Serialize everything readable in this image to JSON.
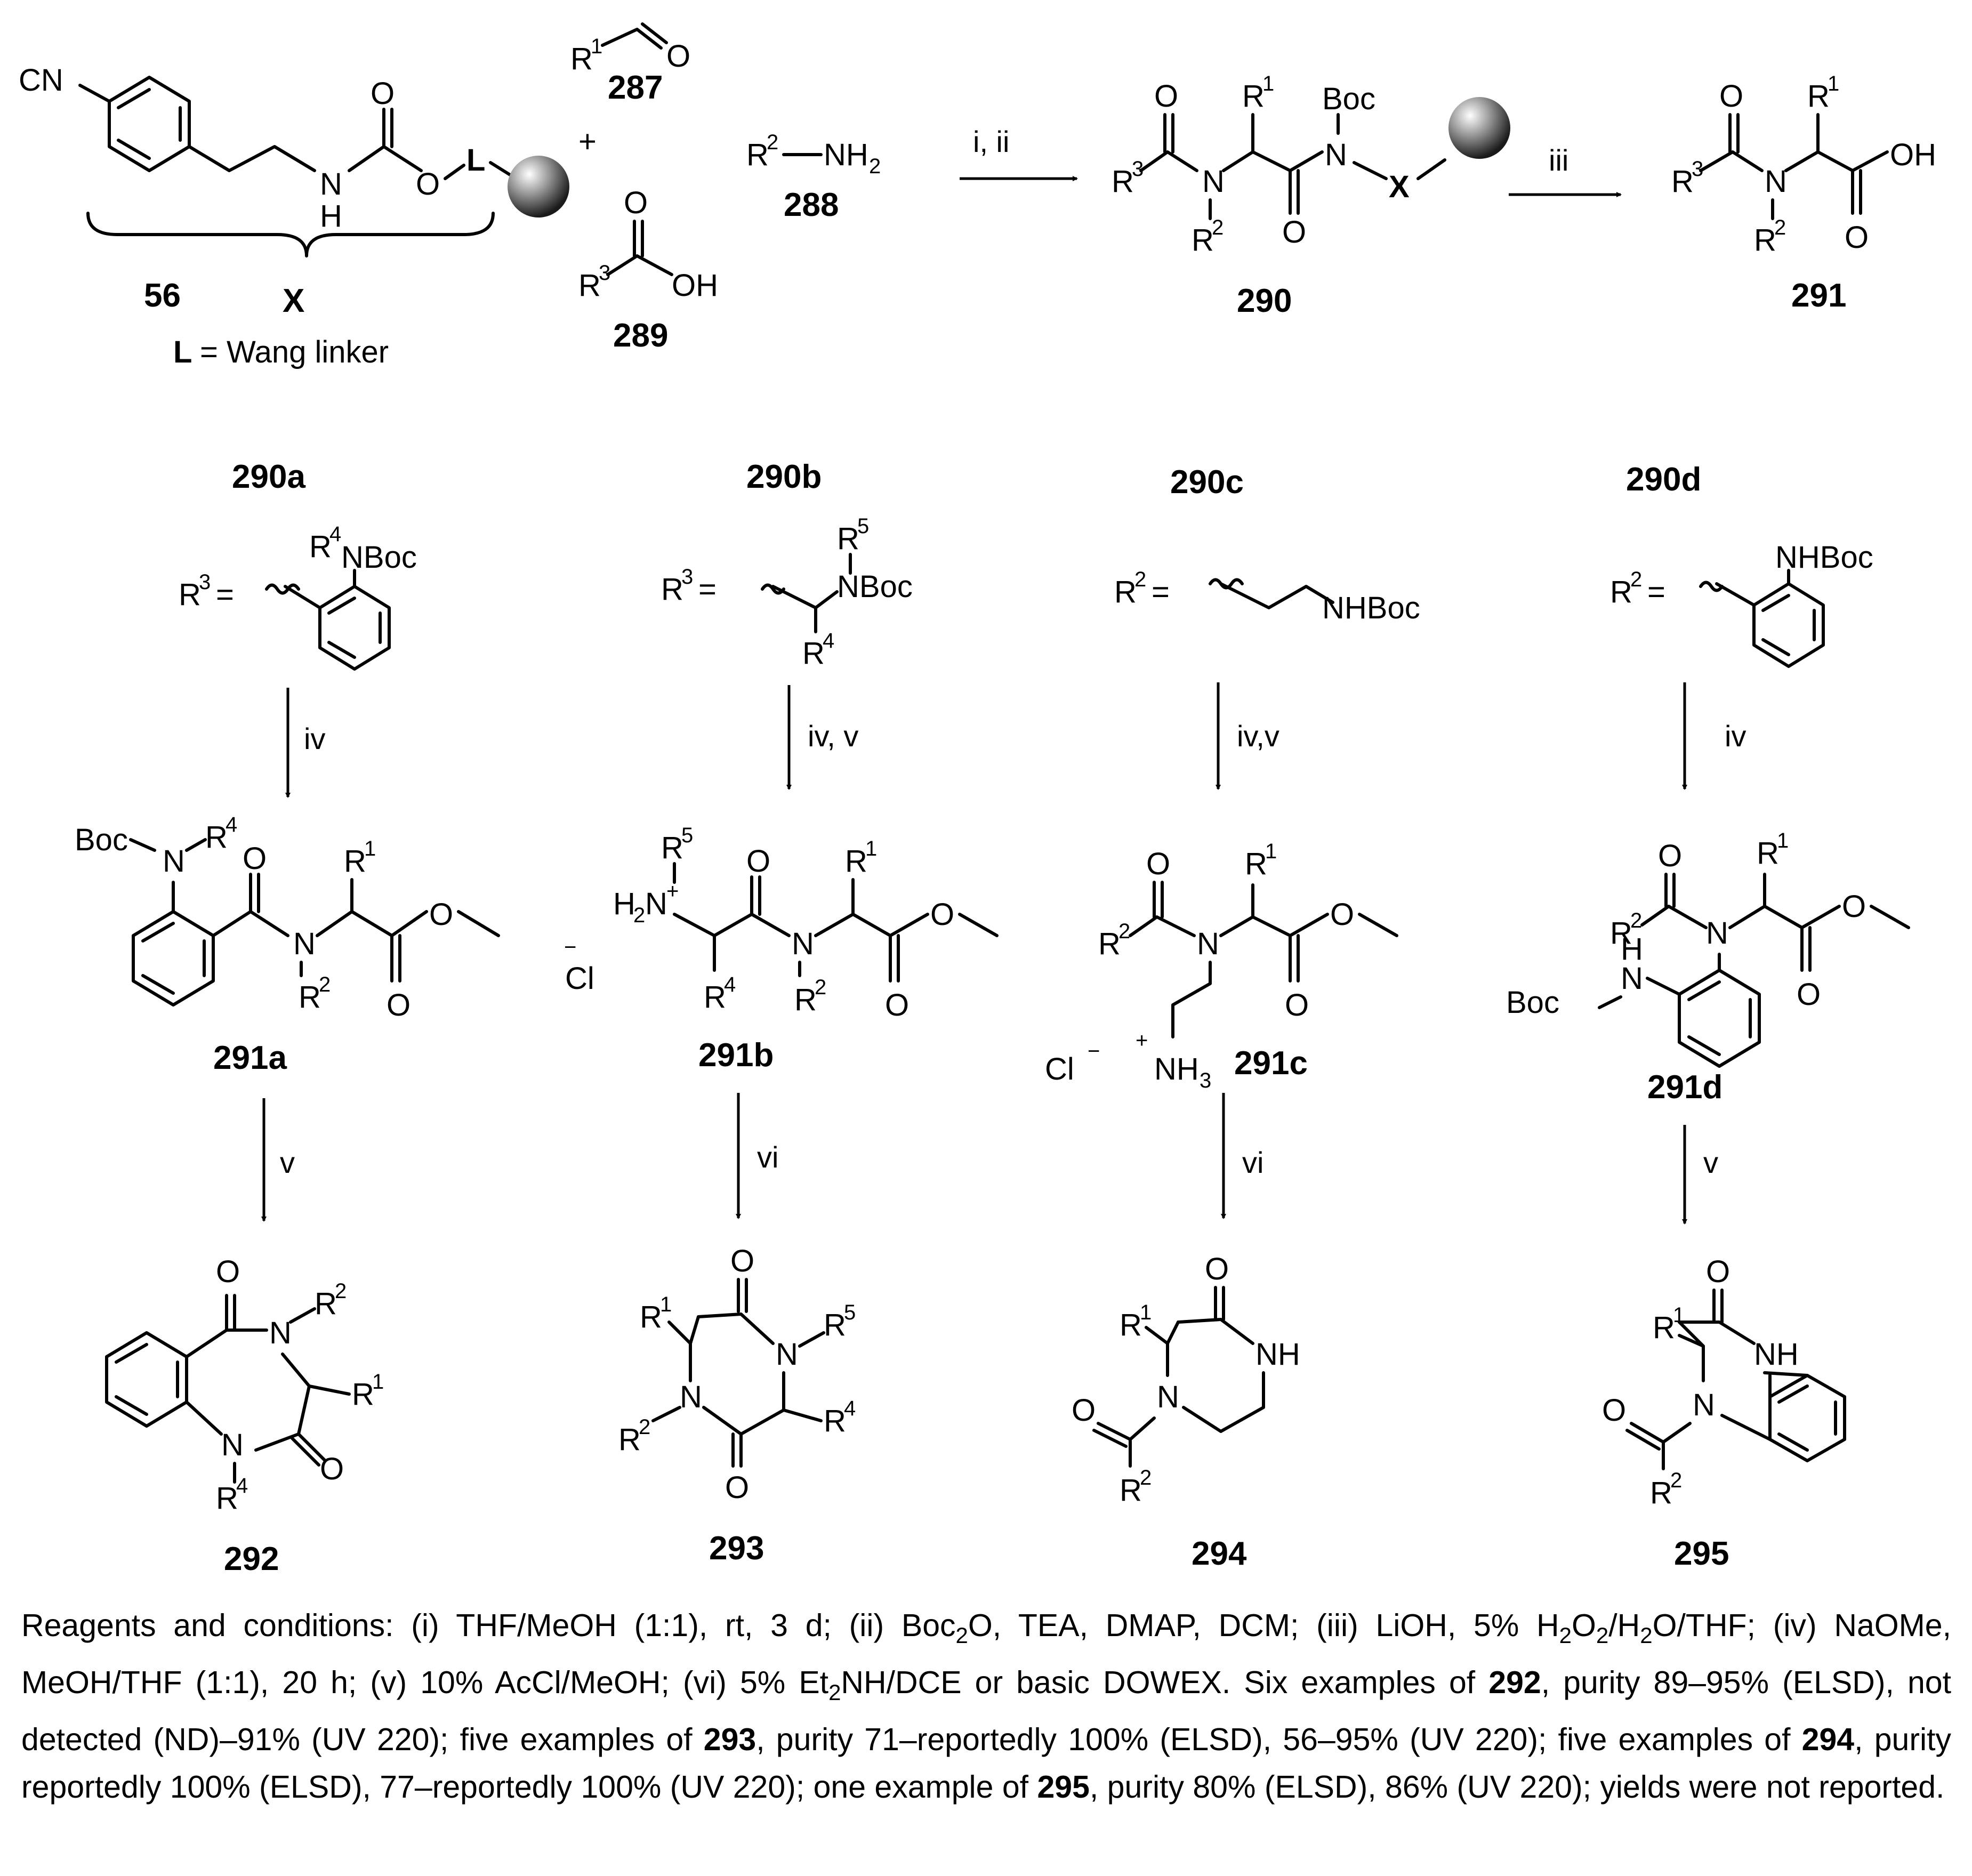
{
  "labels": {
    "c56": "56",
    "cX": "X",
    "linker_def": "= Wang linker",
    "c287": "287",
    "c288": "288",
    "c289": "289",
    "c290": "290",
    "c291": "291",
    "c290a": "290a",
    "c290b": "290b",
    "c290c": "290c",
    "c290d": "290d",
    "c291a": "291a",
    "c291b": "291b",
    "c291c": "291c",
    "c291d": "291d",
    "c292": "292",
    "c293": "293",
    "c294": "294",
    "c295": "295"
  },
  "arrows": {
    "a1": "i, ii",
    "a2": "iii",
    "a290a": "iv",
    "a290b": "iv, v",
    "a290c": "iv,v",
    "a290d": "iv",
    "a291a": "v",
    "a291b": "vi",
    "a291c": "vi",
    "a291d": "v"
  },
  "footnote": {
    "p1": "Reagents and conditions: (i) THF/MeOH (1:1), rt, 3 d; (ii) Boc",
    "p2": "O, TEA, DMAP, DCM; (iii) LiOH, 5% H",
    "p3": "O",
    "p4": "/H",
    "p5": "O/THF; (iv) NaOMe, MeOH/THF (1:1), 20 h; (v) 10% AcCl/MeOH; (vi) 5% Et",
    "p6": "NH/DCE or basic DOWEX. Six examples of ",
    "b292": "292",
    "p7": ", purity 89–95% (ELSD), not detected (ND)–91% (UV 220); five examples of ",
    "b293": "293",
    "p8": ", purity 71–reportedly 100% (ELSD), 56–95% (UV 220); five examples of ",
    "b294": "294",
    "p9": ", purity reportedly 100% (ELSD), 77–reportedly 100% (UV 220); one example of ",
    "b295": "295",
    "p10": ", purity 80% (ELSD), 86% (UV 220); yields were not reported.",
    "sub2": "2"
  }
}
